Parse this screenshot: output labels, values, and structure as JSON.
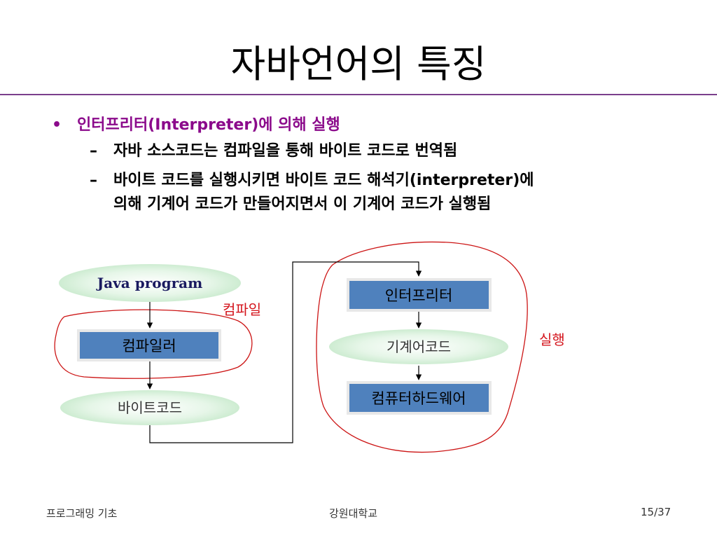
{
  "title": "자바언어의 특징",
  "bullets": {
    "main": "인터프리터(Interpreter)에 의해 실행",
    "sub1": "자바 소스코드는 컴파일을 통해 바이트 코드로 번역됨",
    "sub2_line1": "바이트 코드를 실행시키면 바이트 코드 해석기(interpreter)에",
    "sub2_line2": "의해 기계어 코드가 만들어지면서 이 기계어 코드가 실행됨"
  },
  "diagram": {
    "java_program": "Java program",
    "compiler": "컴파일러",
    "bytecode": "바이트코드",
    "interpreter": "인터프리터",
    "machine_code": "기계어코드",
    "hardware": "컴퓨터하드웨어",
    "label_compile": "컴파일",
    "label_execute": "실행"
  },
  "footer": {
    "left": "프로그래밍 기초",
    "center": "강원대학교",
    "right": "15/37"
  }
}
